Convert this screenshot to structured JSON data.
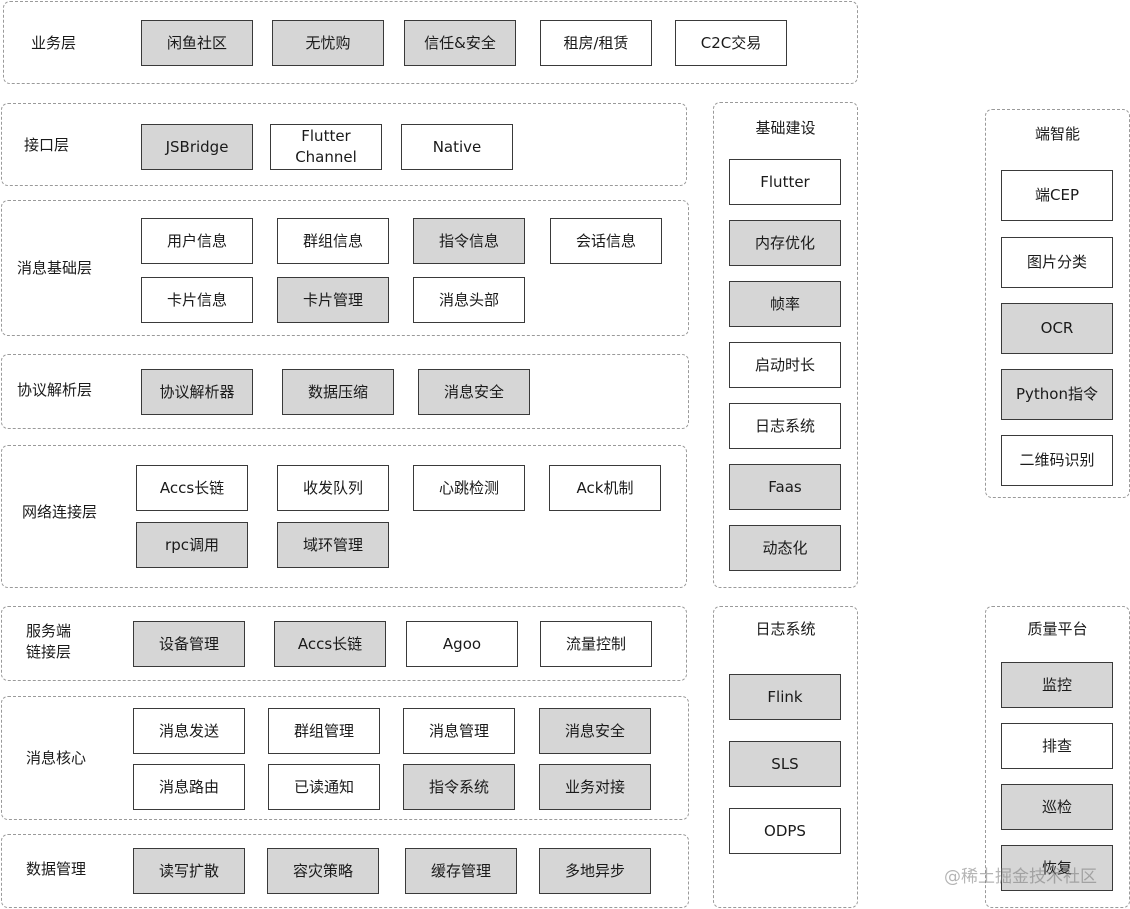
{
  "layers": {
    "business": {
      "label": "业务层",
      "boxes": [
        "闲鱼社区",
        "无忧购",
        "信任&安全",
        "租房/租赁",
        "C2C交易"
      ]
    },
    "interface": {
      "label": "接口层",
      "boxes": [
        "JSBridge",
        "Flutter\nChannel",
        "Native"
      ]
    },
    "message_base": {
      "label": "消息基础层",
      "boxes": [
        "用户信息",
        "群组信息",
        "指令信息",
        "会话信息",
        "卡片信息",
        "卡片管理",
        "消息头部"
      ]
    },
    "protocol": {
      "label": "协议解析层",
      "boxes": [
        "协议解析器",
        "数据压缩",
        "消息安全"
      ]
    },
    "network": {
      "label": "网络连接层",
      "boxes": [
        "Accs长链",
        "收发队列",
        "心跳检测",
        "Ack机制",
        "rpc调用",
        "域环管理"
      ]
    },
    "server_link": {
      "label": "服务端\n链接层",
      "boxes": [
        "设备管理",
        "Accs长链",
        "Agoo",
        "流量控制"
      ]
    },
    "message_core": {
      "label": "消息核心",
      "boxes": [
        "消息发送",
        "群组管理",
        "消息管理",
        "消息安全",
        "消息路由",
        "已读通知",
        "指令系统",
        "业务对接"
      ]
    },
    "data_mgmt": {
      "label": "数据管理",
      "boxes": [
        "读写扩散",
        "容灾策略",
        "缓存管理",
        "多地异步"
      ]
    }
  },
  "columns": {
    "infra": {
      "title": "基础建设",
      "boxes": [
        "Flutter",
        "内存优化",
        "帧率",
        "启动时长",
        "日志系统",
        "Faas",
        "动态化"
      ]
    },
    "log_system": {
      "title": "日志系统",
      "boxes": [
        "Flink",
        "SLS",
        "ODPS"
      ]
    },
    "edge_ai": {
      "title": "端智能",
      "boxes": [
        "端CEP",
        "图片分类",
        "OCR",
        "Python指令",
        "二维码识别"
      ]
    },
    "quality": {
      "title": "质量平台",
      "boxes": [
        "监控",
        "排查",
        "巡检",
        "恢复"
      ]
    }
  },
  "watermark": "@稀土掘金技术社区",
  "colors": {
    "highlight_fill": "#d6d6d6",
    "plain_fill": "#ffffff",
    "border": "#3a3a3a",
    "dashed": "#9a9a9a"
  }
}
